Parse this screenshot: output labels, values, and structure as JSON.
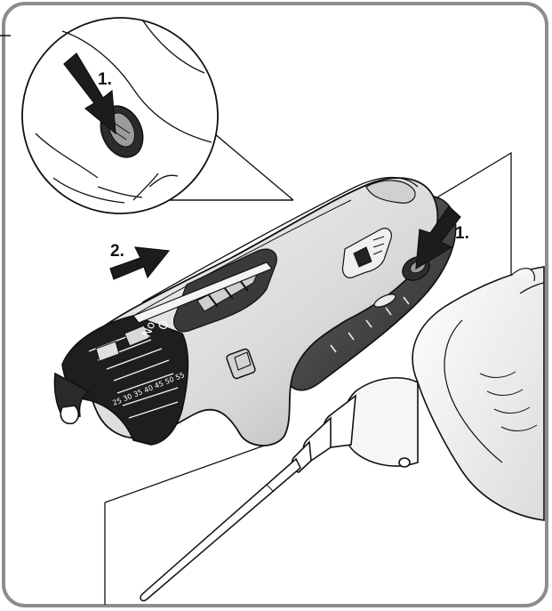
{
  "steps": {
    "detail_press": "1.",
    "press": "1.",
    "slide": "2."
  },
  "scale_markings": "25 30 35 40 45 50 55",
  "position_marks": [
    "No",
    "O"
  ],
  "icons": {
    "logo": "fein-logo-icon",
    "press_arrow": "arrow-down-icon",
    "slide_arrow": "arrow-right-icon"
  },
  "colors": {
    "outline": "#111111",
    "frame": "#8c8c8c",
    "housing_light": "#e8e8e8",
    "housing_dark": "#5a5a5a",
    "housing_black": "#1c1c1c"
  }
}
